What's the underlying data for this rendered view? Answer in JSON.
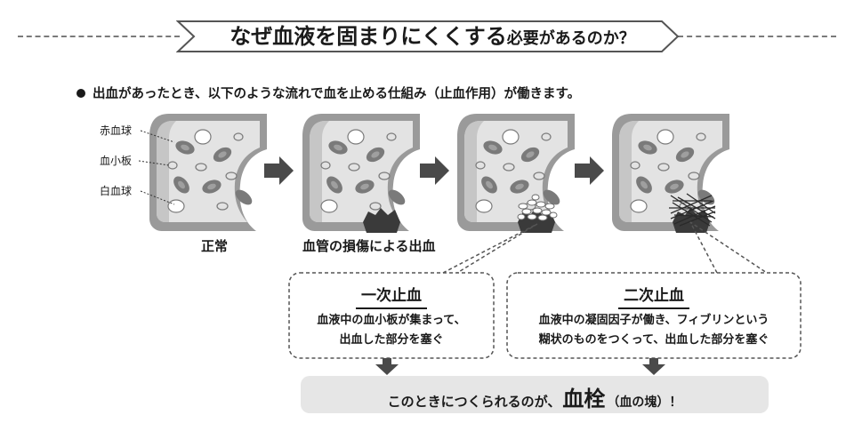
{
  "title": {
    "main_1": "なぜ",
    "main_2": "血液を固まりにくくする",
    "sub": "必要があるのか？"
  },
  "intro": "出血があったとき、以下のような流れで血を止める仕組み（止血作用）が働きます。",
  "legend": {
    "red_cell": "赤血球",
    "platelet": "血小板",
    "white_cell": "白血球"
  },
  "stages": [
    {
      "caption": "正常"
    },
    {
      "caption": "血管の損傷による出血"
    },
    {
      "caption": ""
    },
    {
      "caption": ""
    }
  ],
  "boxes": [
    {
      "title": "一次止血",
      "line1": "血液中の血小板が集まって、",
      "line2": "出血した部分を塞ぐ"
    },
    {
      "title": "二次止血",
      "line1": "血液中の凝固因子が働き、フィブリンという",
      "line2": "糊状のものをつくって、出血した部分を塞ぐ"
    }
  ],
  "result": {
    "pre": "このときにつくられるのが、",
    "key": "血栓",
    "post": "（血の塊）！"
  },
  "colors": {
    "vessel_wall": "#9a9a9a",
    "vessel_fill": "#e3e3e3",
    "red_cell": "#7a7a7a",
    "result_bg": "#e6e6e6"
  }
}
